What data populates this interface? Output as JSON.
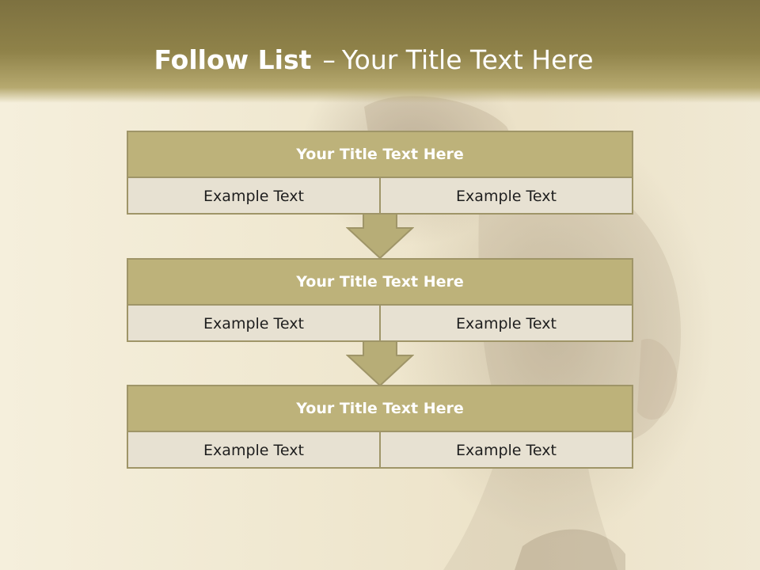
{
  "slide": {
    "title_strong": "Follow List",
    "title_dash": "–",
    "title_rest": "Your Title Text Here"
  },
  "steps": [
    {
      "title": "Your Title Text Here",
      "left": "Example Text",
      "right": "Example Text"
    },
    {
      "title": "Your Title Text Here",
      "left": "Example Text",
      "right": "Example Text"
    },
    {
      "title": "Your Title Text Here",
      "left": "Example Text",
      "right": "Example Text"
    }
  ],
  "colors": {
    "header": "#8f8249",
    "box_title": "#bdb27a",
    "box_body": "#e7e1d2",
    "border": "#9f9568",
    "arrow": "#b7ad77"
  }
}
